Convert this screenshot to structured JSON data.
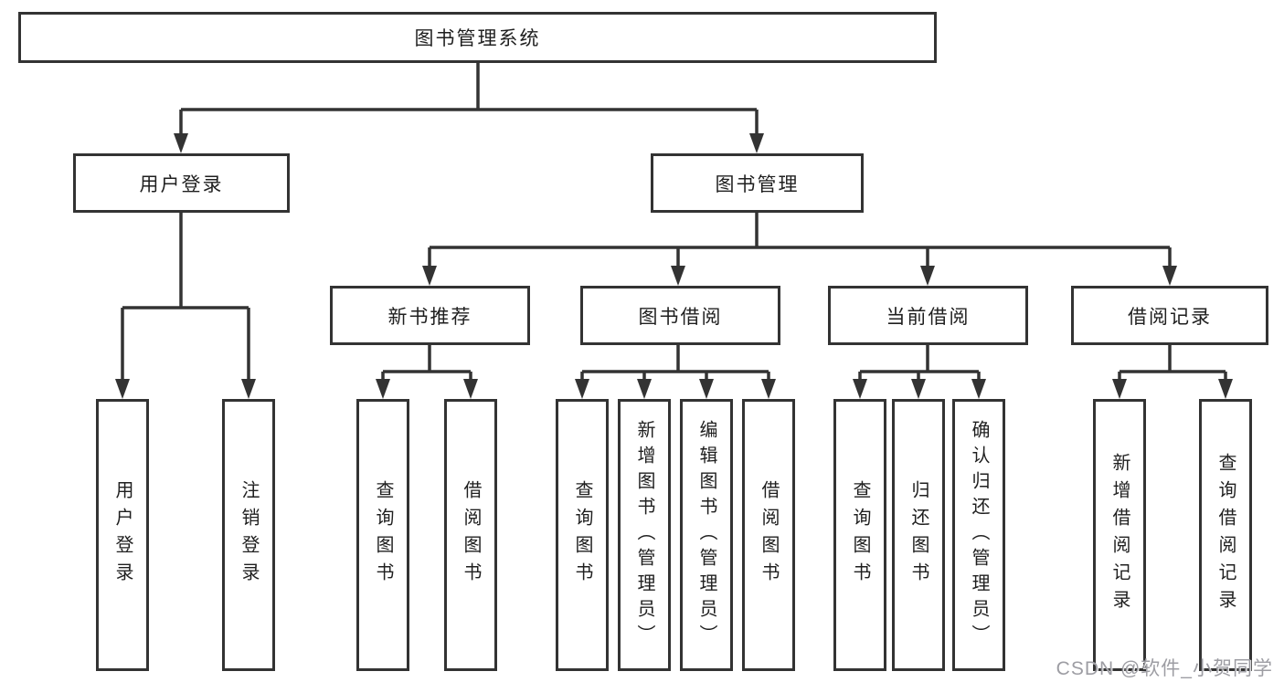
{
  "tree": {
    "root": {
      "label": "图书管理系统"
    },
    "branches": [
      {
        "label": "用户登录",
        "children": [
          "用户登录",
          "注销登录"
        ]
      },
      {
        "label": "图书管理",
        "children": [
          {
            "label": "新书推荐",
            "children": [
              "查询图书",
              "借阅图书"
            ]
          },
          {
            "label": "图书借阅",
            "children": [
              "查询图书",
              "新增图书（管理员）",
              "编辑图书（管理员）",
              "借阅图书"
            ]
          },
          {
            "label": "当前借阅",
            "children": [
              "查询图书",
              "归还图书",
              "确认归还（管理员）"
            ]
          },
          {
            "label": "借阅记录",
            "children": [
              "新增借阅记录",
              "查询借阅记录"
            ]
          }
        ]
      }
    ]
  },
  "watermark": "CSDN @软件_小贺同学",
  "colors": {
    "line": "#333333",
    "text": "#1f1f1f",
    "watermark": "#98989e",
    "background": "#ffffff"
  }
}
